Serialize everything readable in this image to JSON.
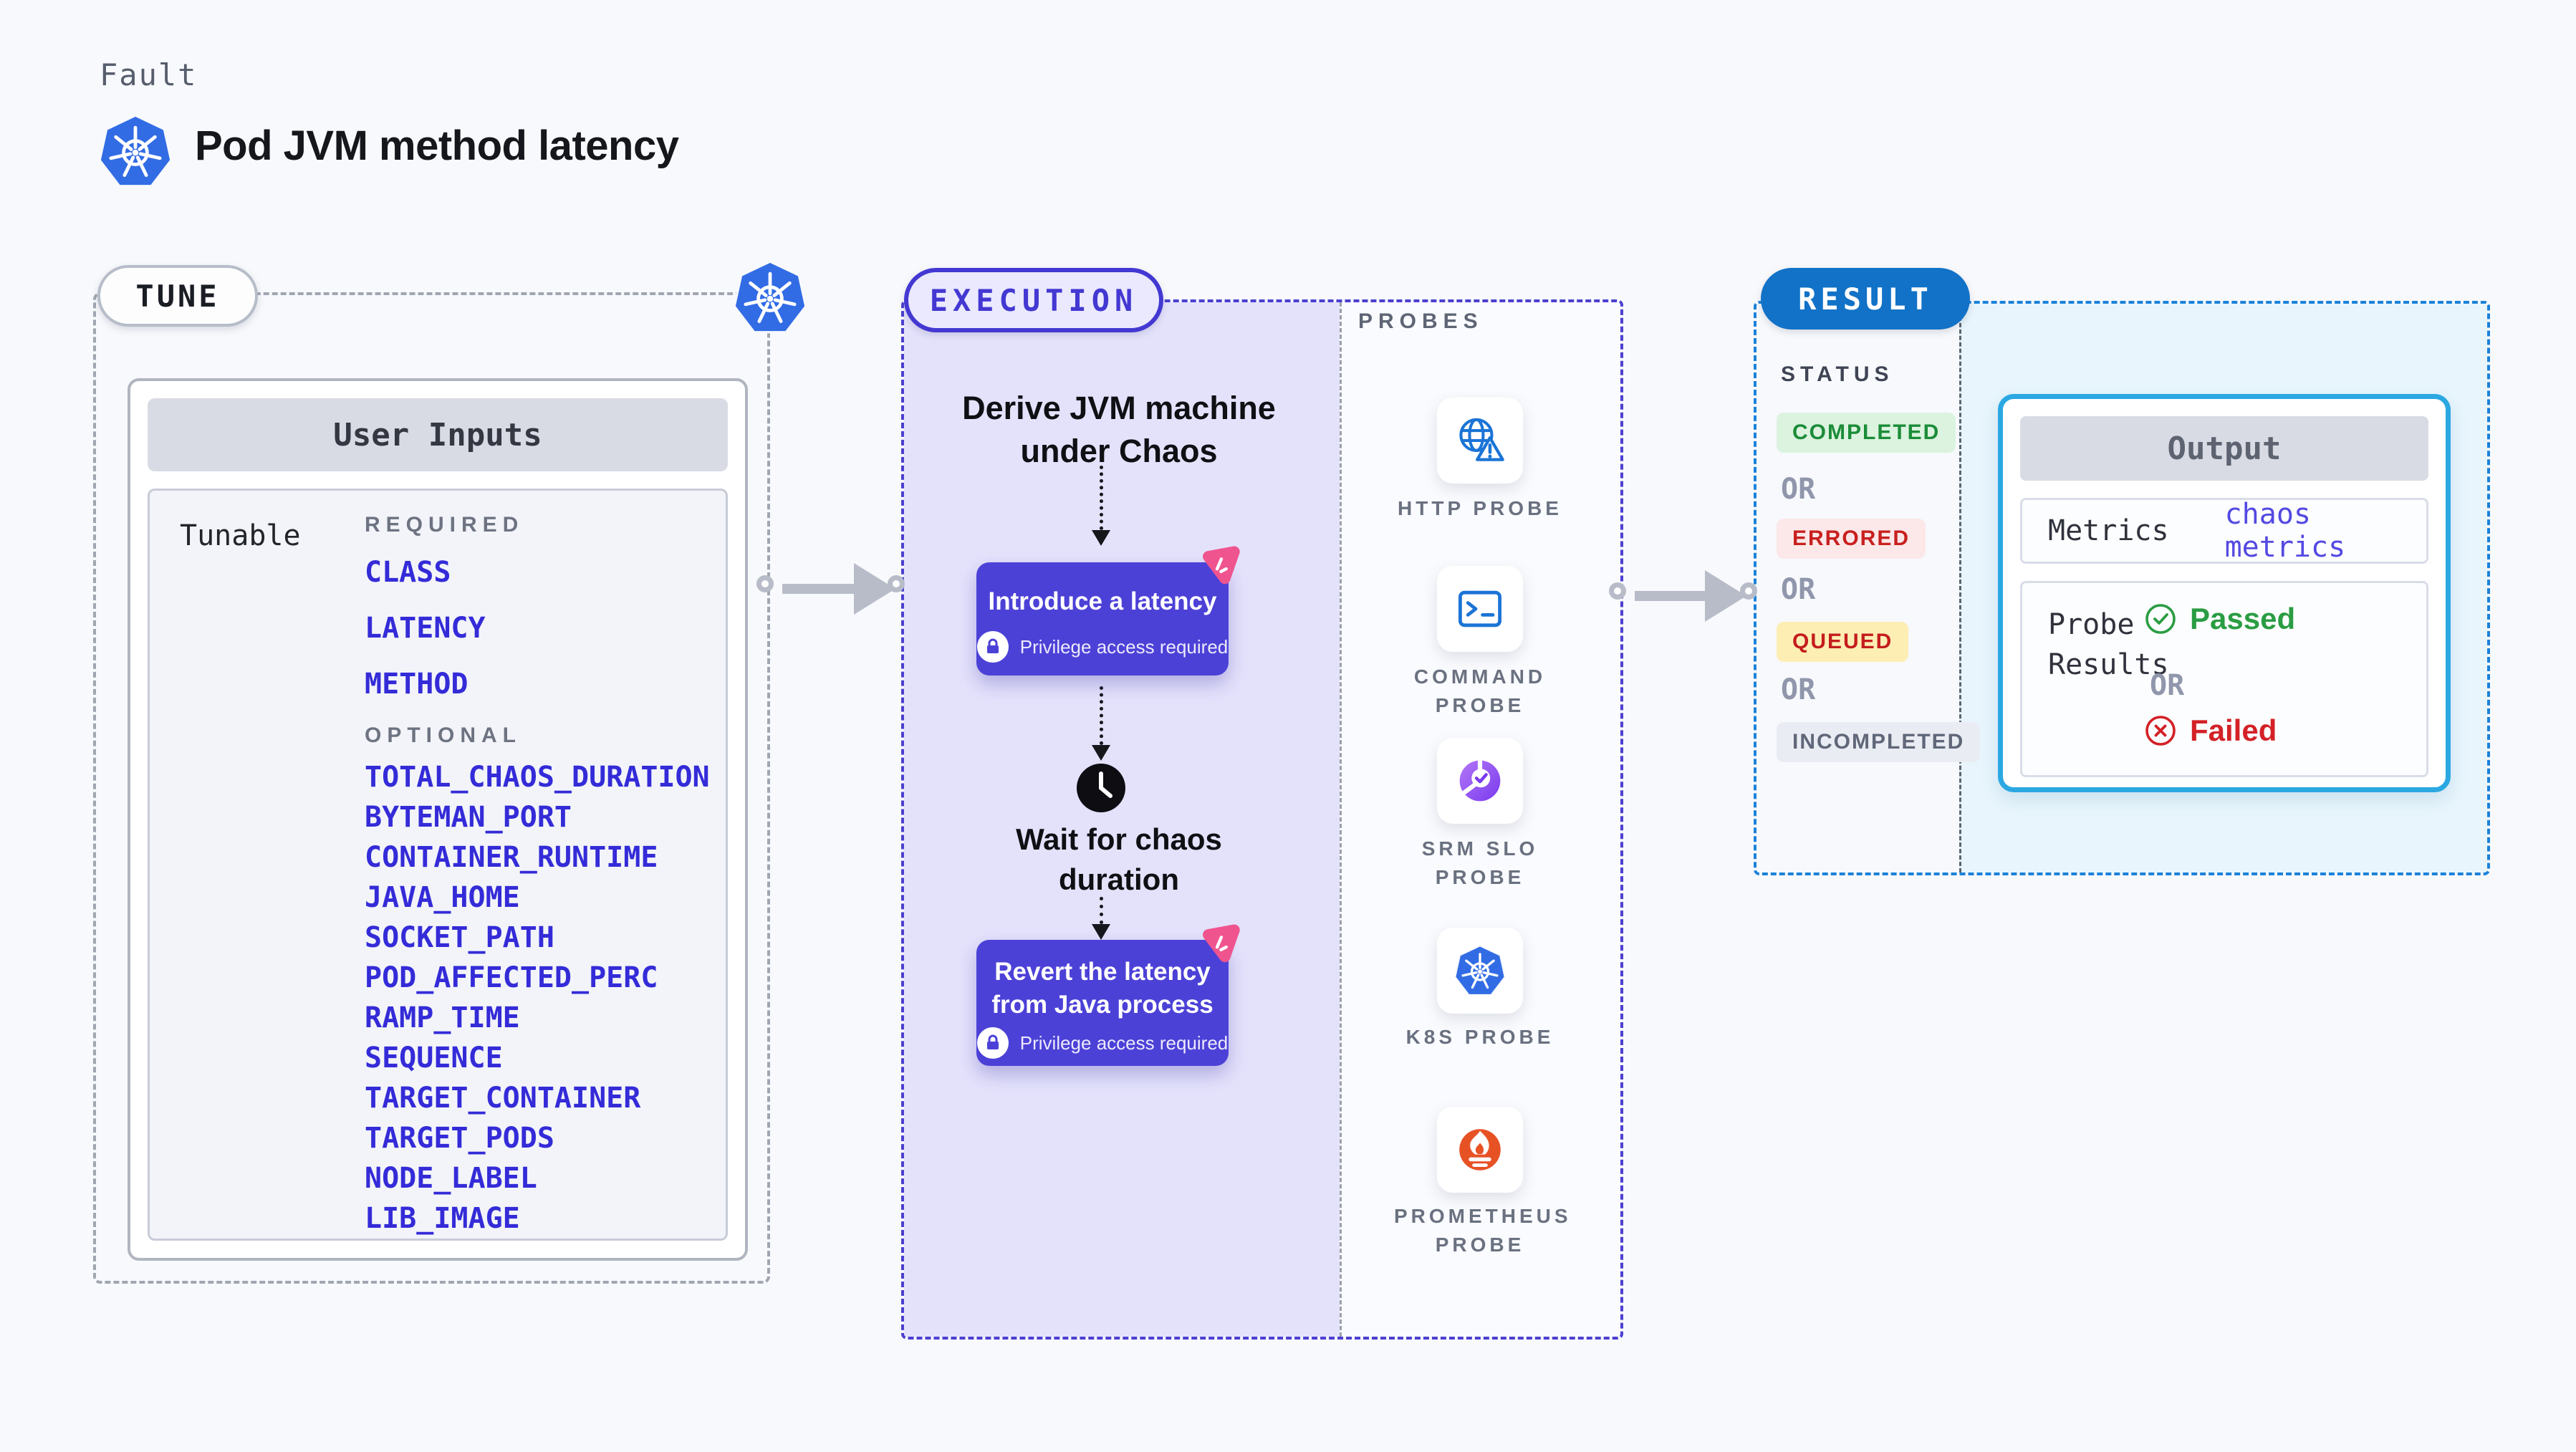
{
  "header": {
    "kicker": "Fault",
    "title": "Pod JVM method latency"
  },
  "tune": {
    "label": "TUNE",
    "card_title": "User Inputs",
    "row_label": "Tunable",
    "required_heading": "REQUIRED",
    "required_params": [
      "CLASS",
      "LATENCY",
      "METHOD"
    ],
    "optional_heading": "OPTIONAL",
    "optional_params": [
      "TOTAL_CHAOS_DURATION",
      "BYTEMAN_PORT",
      "CONTAINER_RUNTIME",
      "JAVA_HOME",
      "SOCKET_PATH",
      "POD_AFFECTED_PERC",
      "RAMP_TIME",
      "SEQUENCE",
      "TARGET_CONTAINER",
      "TARGET_PODS",
      "NODE_LABEL",
      "LIB_IMAGE"
    ]
  },
  "execution": {
    "label": "EXECUTION",
    "step1": "Derive JVM machine under Chaos",
    "node1": {
      "title": "Introduce a latency",
      "note": "Privilege access required"
    },
    "step2": "Wait for chaos duration",
    "node2": {
      "title": "Revert the latency from Java process",
      "note": "Privilege access required"
    }
  },
  "probes": {
    "label": "PROBES",
    "items": [
      {
        "name": "HTTP PROBE",
        "icon": "globe-alert-icon"
      },
      {
        "name": "COMMAND PROBE",
        "icon": "terminal-icon"
      },
      {
        "name": "SRM SLO PROBE",
        "icon": "slo-donut-check-icon"
      },
      {
        "name": "K8S PROBE",
        "icon": "kubernetes-icon"
      },
      {
        "name": "PROMETHEUS PROBE",
        "icon": "prometheus-icon"
      }
    ]
  },
  "result": {
    "label": "RESULT",
    "status_heading": "STATUS",
    "statuses": [
      "COMPLETED",
      "ERRORED",
      "QUEUED",
      "INCOMPLETED"
    ],
    "or_label": "OR",
    "output": {
      "title": "Output",
      "metrics_label": "Metrics",
      "metrics_value": "chaos metrics",
      "probe_results_label": "Probe Results",
      "passed": "Passed",
      "or_label": "OR",
      "failed": "Failed"
    }
  },
  "colors": {
    "accent_indigo": "#4338d2",
    "node_indigo": "#4c41d7",
    "result_blue": "#1172c7",
    "output_border_cyan": "#2ba8e2",
    "param_blue": "#342bd8",
    "chaos_pink": "#f0548e",
    "passed_green": "#2a9d43",
    "failed_red": "#d32127",
    "completed_badge": "#dbf3df",
    "errored_badge": "#fce8e8",
    "queued_badge": "#fdeeb4",
    "incompleted_badge": "#eaecf3",
    "kubernetes_blue": "#326ce5",
    "prometheus_orange": "#e75225"
  }
}
